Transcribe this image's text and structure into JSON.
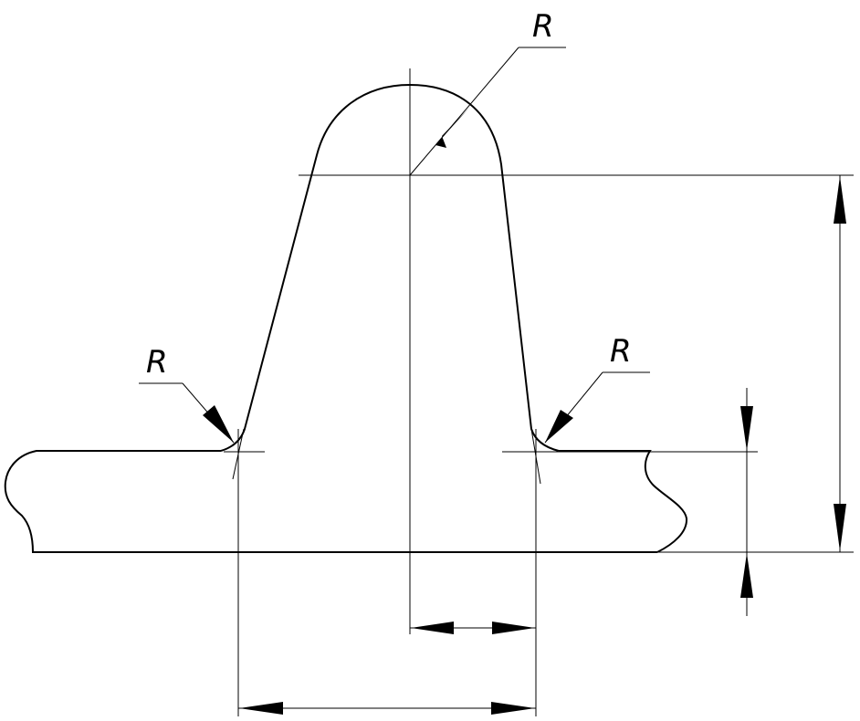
{
  "drawing": {
    "labels": {
      "top_radius": "R",
      "left_fillet_radius": "R",
      "right_fillet_radius": "R"
    }
  }
}
